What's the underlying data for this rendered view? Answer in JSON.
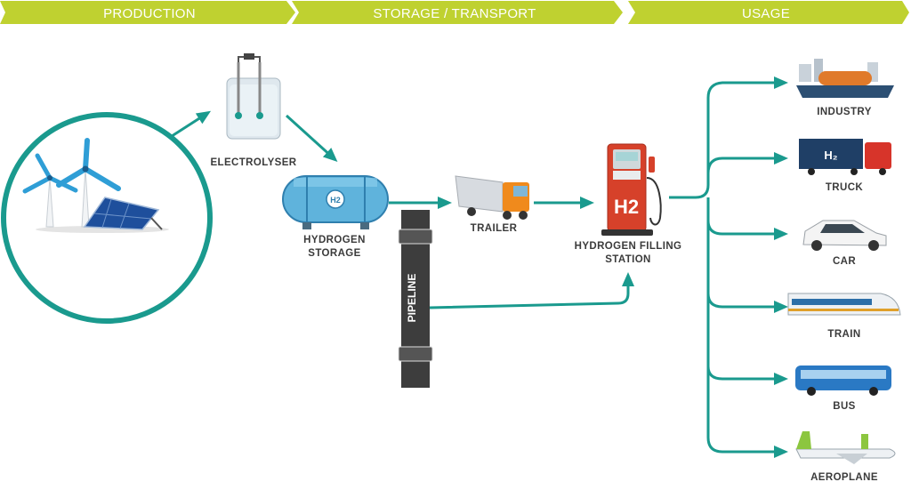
{
  "header": {
    "stages": [
      "PRODUCTION",
      "STORAGE / TRANSPORT",
      "USAGE"
    ]
  },
  "nodes": {
    "electrolyser": "ELECTROLYSER",
    "storage_line1": "HYDROGEN",
    "storage_line2": "STORAGE",
    "tank_badge": "H2",
    "trailer": "TRAILER",
    "pipeline": "PIPELINE",
    "station_line1": "HYDROGEN FILLING",
    "station_line2": "STATION",
    "pump_badge": "H2"
  },
  "usage": [
    "INDUSTRY",
    "TRUCK",
    "CAR",
    "TRAIN",
    "BUS",
    "AEROPLANE"
  ],
  "colors": {
    "header": "#bfd130",
    "flow": "#1a9a8e",
    "label": "#3b3b3b",
    "pipeline": "#3d3d3d"
  }
}
